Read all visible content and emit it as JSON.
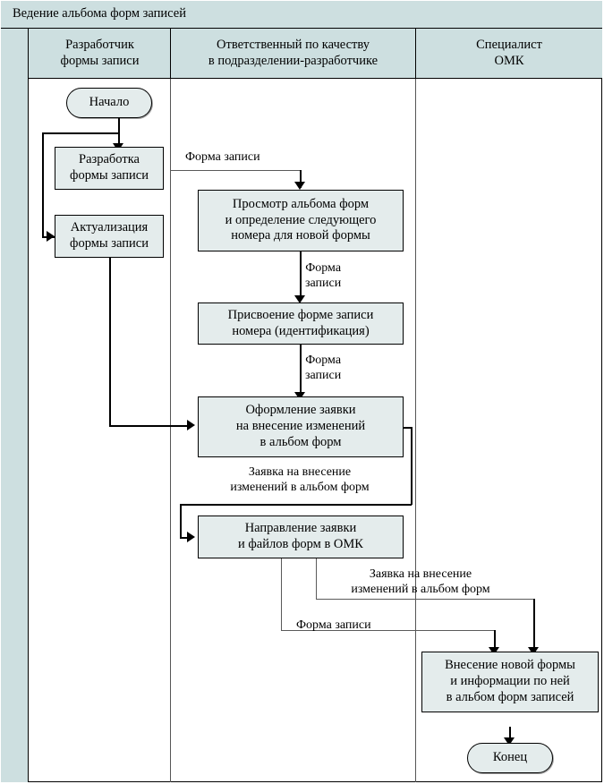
{
  "diagram": {
    "title": "Ведение альбома форм записей",
    "lanes": [
      {
        "id": "developer",
        "label": "Разработчик\nформы записи"
      },
      {
        "id": "quality-officer",
        "label": "Ответственный по качеству\nв подразделении-разработчике"
      },
      {
        "id": "omk-specialist",
        "label": "Специалист\nОМК"
      }
    ],
    "nodes": [
      {
        "id": "start",
        "lane": "developer",
        "shape": "terminator",
        "label": "Начало"
      },
      {
        "id": "develop",
        "lane": "developer",
        "shape": "process",
        "label": "Разработка\nформы записи"
      },
      {
        "id": "update",
        "lane": "developer",
        "shape": "process",
        "label": "Актуализация\nформы записи"
      },
      {
        "id": "review",
        "lane": "quality-officer",
        "shape": "process",
        "label": "Просмотр альбома форм\nи определение следующего\nномера для новой формы"
      },
      {
        "id": "assign",
        "lane": "quality-officer",
        "shape": "process",
        "label": "Присвоение форме записи\nномера (идентификация)"
      },
      {
        "id": "request",
        "lane": "quality-officer",
        "shape": "process",
        "label": "Оформление заявки\nна внесение изменений\nв альбом форм"
      },
      {
        "id": "send",
        "lane": "quality-officer",
        "shape": "process",
        "label": "Направление заявки\nи файлов форм в ОМК"
      },
      {
        "id": "record",
        "lane": "omk-specialist",
        "shape": "process",
        "label": "Внесение новой формы\nи информации по ней\nв альбом форм записей"
      },
      {
        "id": "end",
        "lane": "omk-specialist",
        "shape": "terminator",
        "label": "Конец"
      }
    ],
    "edge_labels": [
      {
        "id": "e1",
        "text": "Форма записи"
      },
      {
        "id": "e2",
        "text": "Форма\nзаписи"
      },
      {
        "id": "e3",
        "text": "Форма\nзаписи"
      },
      {
        "id": "e4",
        "text": "Заявка на внесение\nизменений в альбом форм"
      },
      {
        "id": "e5",
        "text": "Заявка на внесение\nизменений в альбом форм"
      },
      {
        "id": "e6",
        "text": "Форма записи"
      }
    ],
    "colors": {
      "lane_header_bg": "#cddfe0",
      "node_fill": "#e4ecec",
      "line": "#5a5a5a",
      "border": "#000000"
    }
  }
}
